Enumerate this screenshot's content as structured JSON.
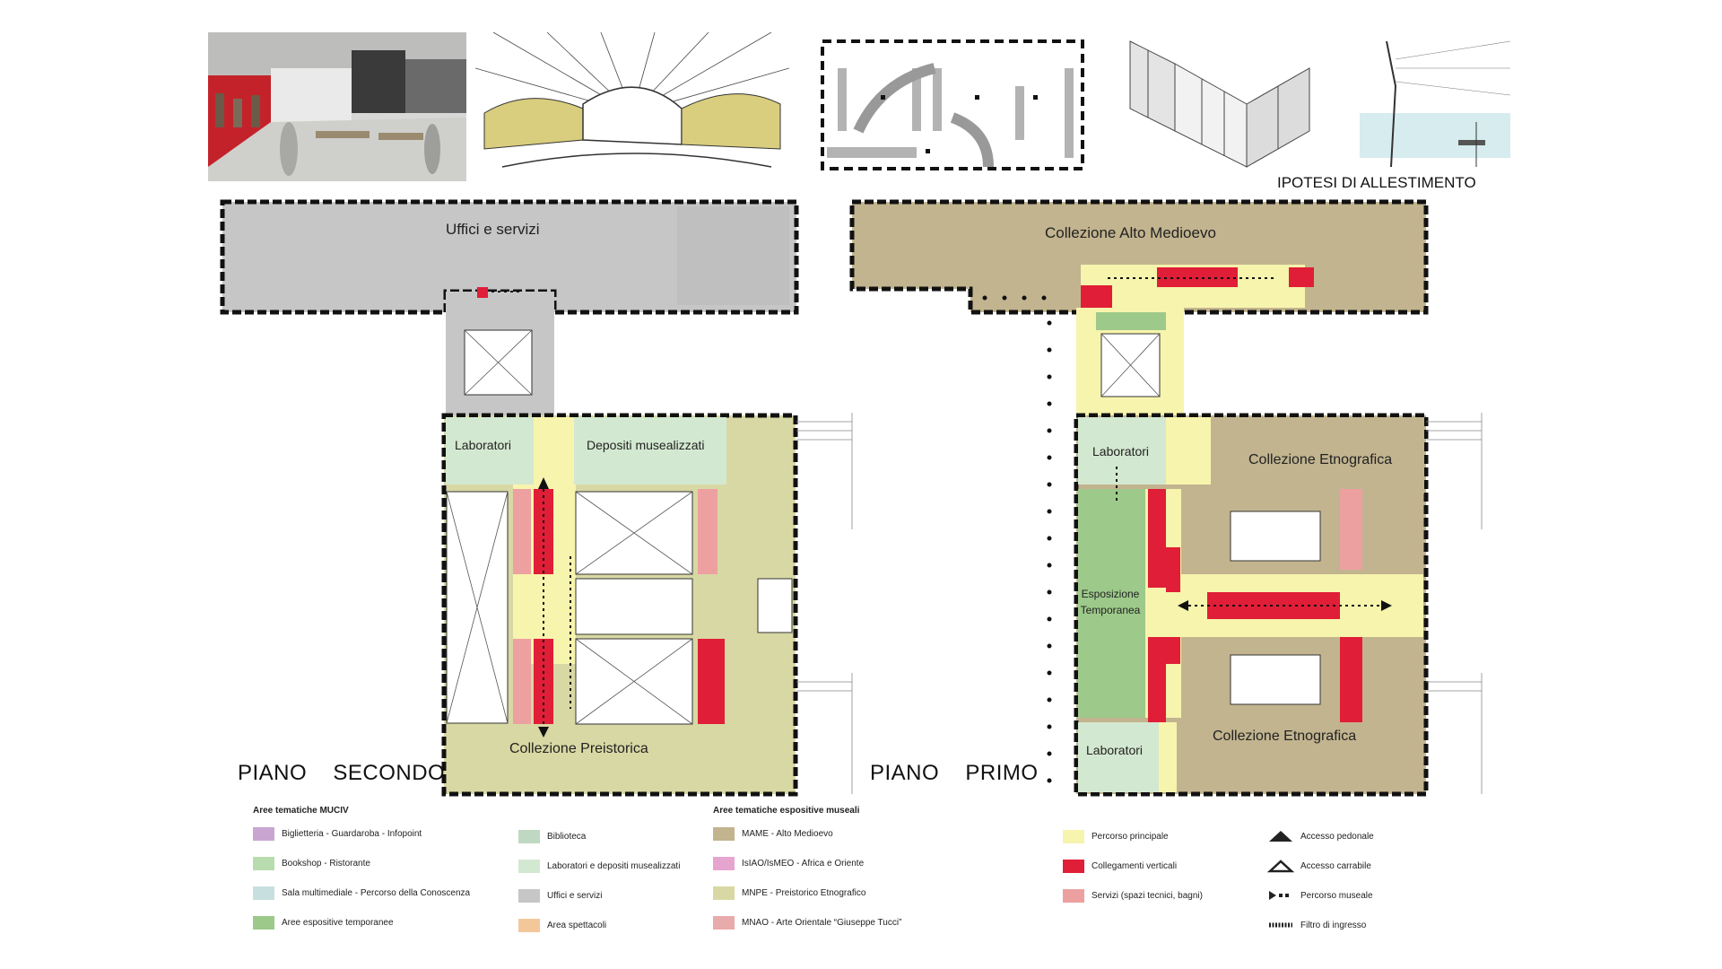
{
  "header": {
    "caption": "IPOTESI DI ALLESTIMENTO"
  },
  "plans": {
    "left": {
      "title": "PIANO SECONDO",
      "rooms": {
        "uffici": "Uffici e servizi",
        "laboratori": "Laboratori",
        "depositi": "Depositi musealizzati",
        "preistorica": "Collezione Preistorica"
      }
    },
    "right": {
      "title": "PIANO PRIMO",
      "rooms": {
        "alto_medioevo": "Collezione Alto Medioevo",
        "laboratori_top": "Laboratori",
        "etnografica_top": "Collezione Etnografica",
        "esposizione": "Esposizione Temporanea",
        "etnografica_bottom": "Collezione Etnografica",
        "laboratori_bottom": "Laboratori"
      }
    }
  },
  "legend": {
    "muciv": {
      "title": "Aree tematiche MUCIV",
      "items": [
        {
          "label": "Biglietteria - Guardaroba - Infopoint",
          "color": "#c9a6d1"
        },
        {
          "label": "Bookshop - Ristorante",
          "color": "#b9dcae"
        },
        {
          "label": "Sala multimediale - Percorso della Conoscenza",
          "color": "#c8dfe0"
        },
        {
          "label": "Aree espositive temporanee",
          "color": "#9dc98a"
        }
      ]
    },
    "services": {
      "items": [
        {
          "label": "Biblioteca",
          "color": "#bfd8c2"
        },
        {
          "label": "Laboratori e depositi musealizzati",
          "color": "#d3e8d0"
        },
        {
          "label": "Uffici e servizi",
          "color": "#c6c6c6"
        },
        {
          "label": "Area spettacoli",
          "color": "#f4c79a"
        }
      ]
    },
    "museali": {
      "title": "Aree tematiche espositive museali",
      "items": [
        {
          "label": "MAME - Alto Medioevo",
          "color": "#c2b48f"
        },
        {
          "label": "IsIAO/IsMEO - Africa e Oriente",
          "color": "#e6a5cf"
        },
        {
          "label": "MNPE - Preistorico Etnografico",
          "color": "#d8d8a4"
        },
        {
          "label": "MNAO - Arte Orientale “Giuseppe Tucci”",
          "color": "#e8aaaa"
        }
      ]
    },
    "percorso": {
      "items": [
        {
          "label": "Percorso principale",
          "color": "#f7f4ad"
        },
        {
          "label": "Collegamenti verticali",
          "color": "#e01e37"
        },
        {
          "label": "Servizi (spazi tecnici, bagni)",
          "color": "#eda0a0"
        }
      ]
    },
    "symbols": {
      "items": [
        {
          "label": "Accesso pedonale",
          "icon": "filled-triangle-icon"
        },
        {
          "label": "Accesso carrabile",
          "icon": "outline-triangle-icon"
        },
        {
          "label": "Percorso museale",
          "icon": "route-arrow-icon"
        },
        {
          "label": "Filtro di ingresso",
          "icon": "hatched-line-icon"
        }
      ]
    }
  }
}
